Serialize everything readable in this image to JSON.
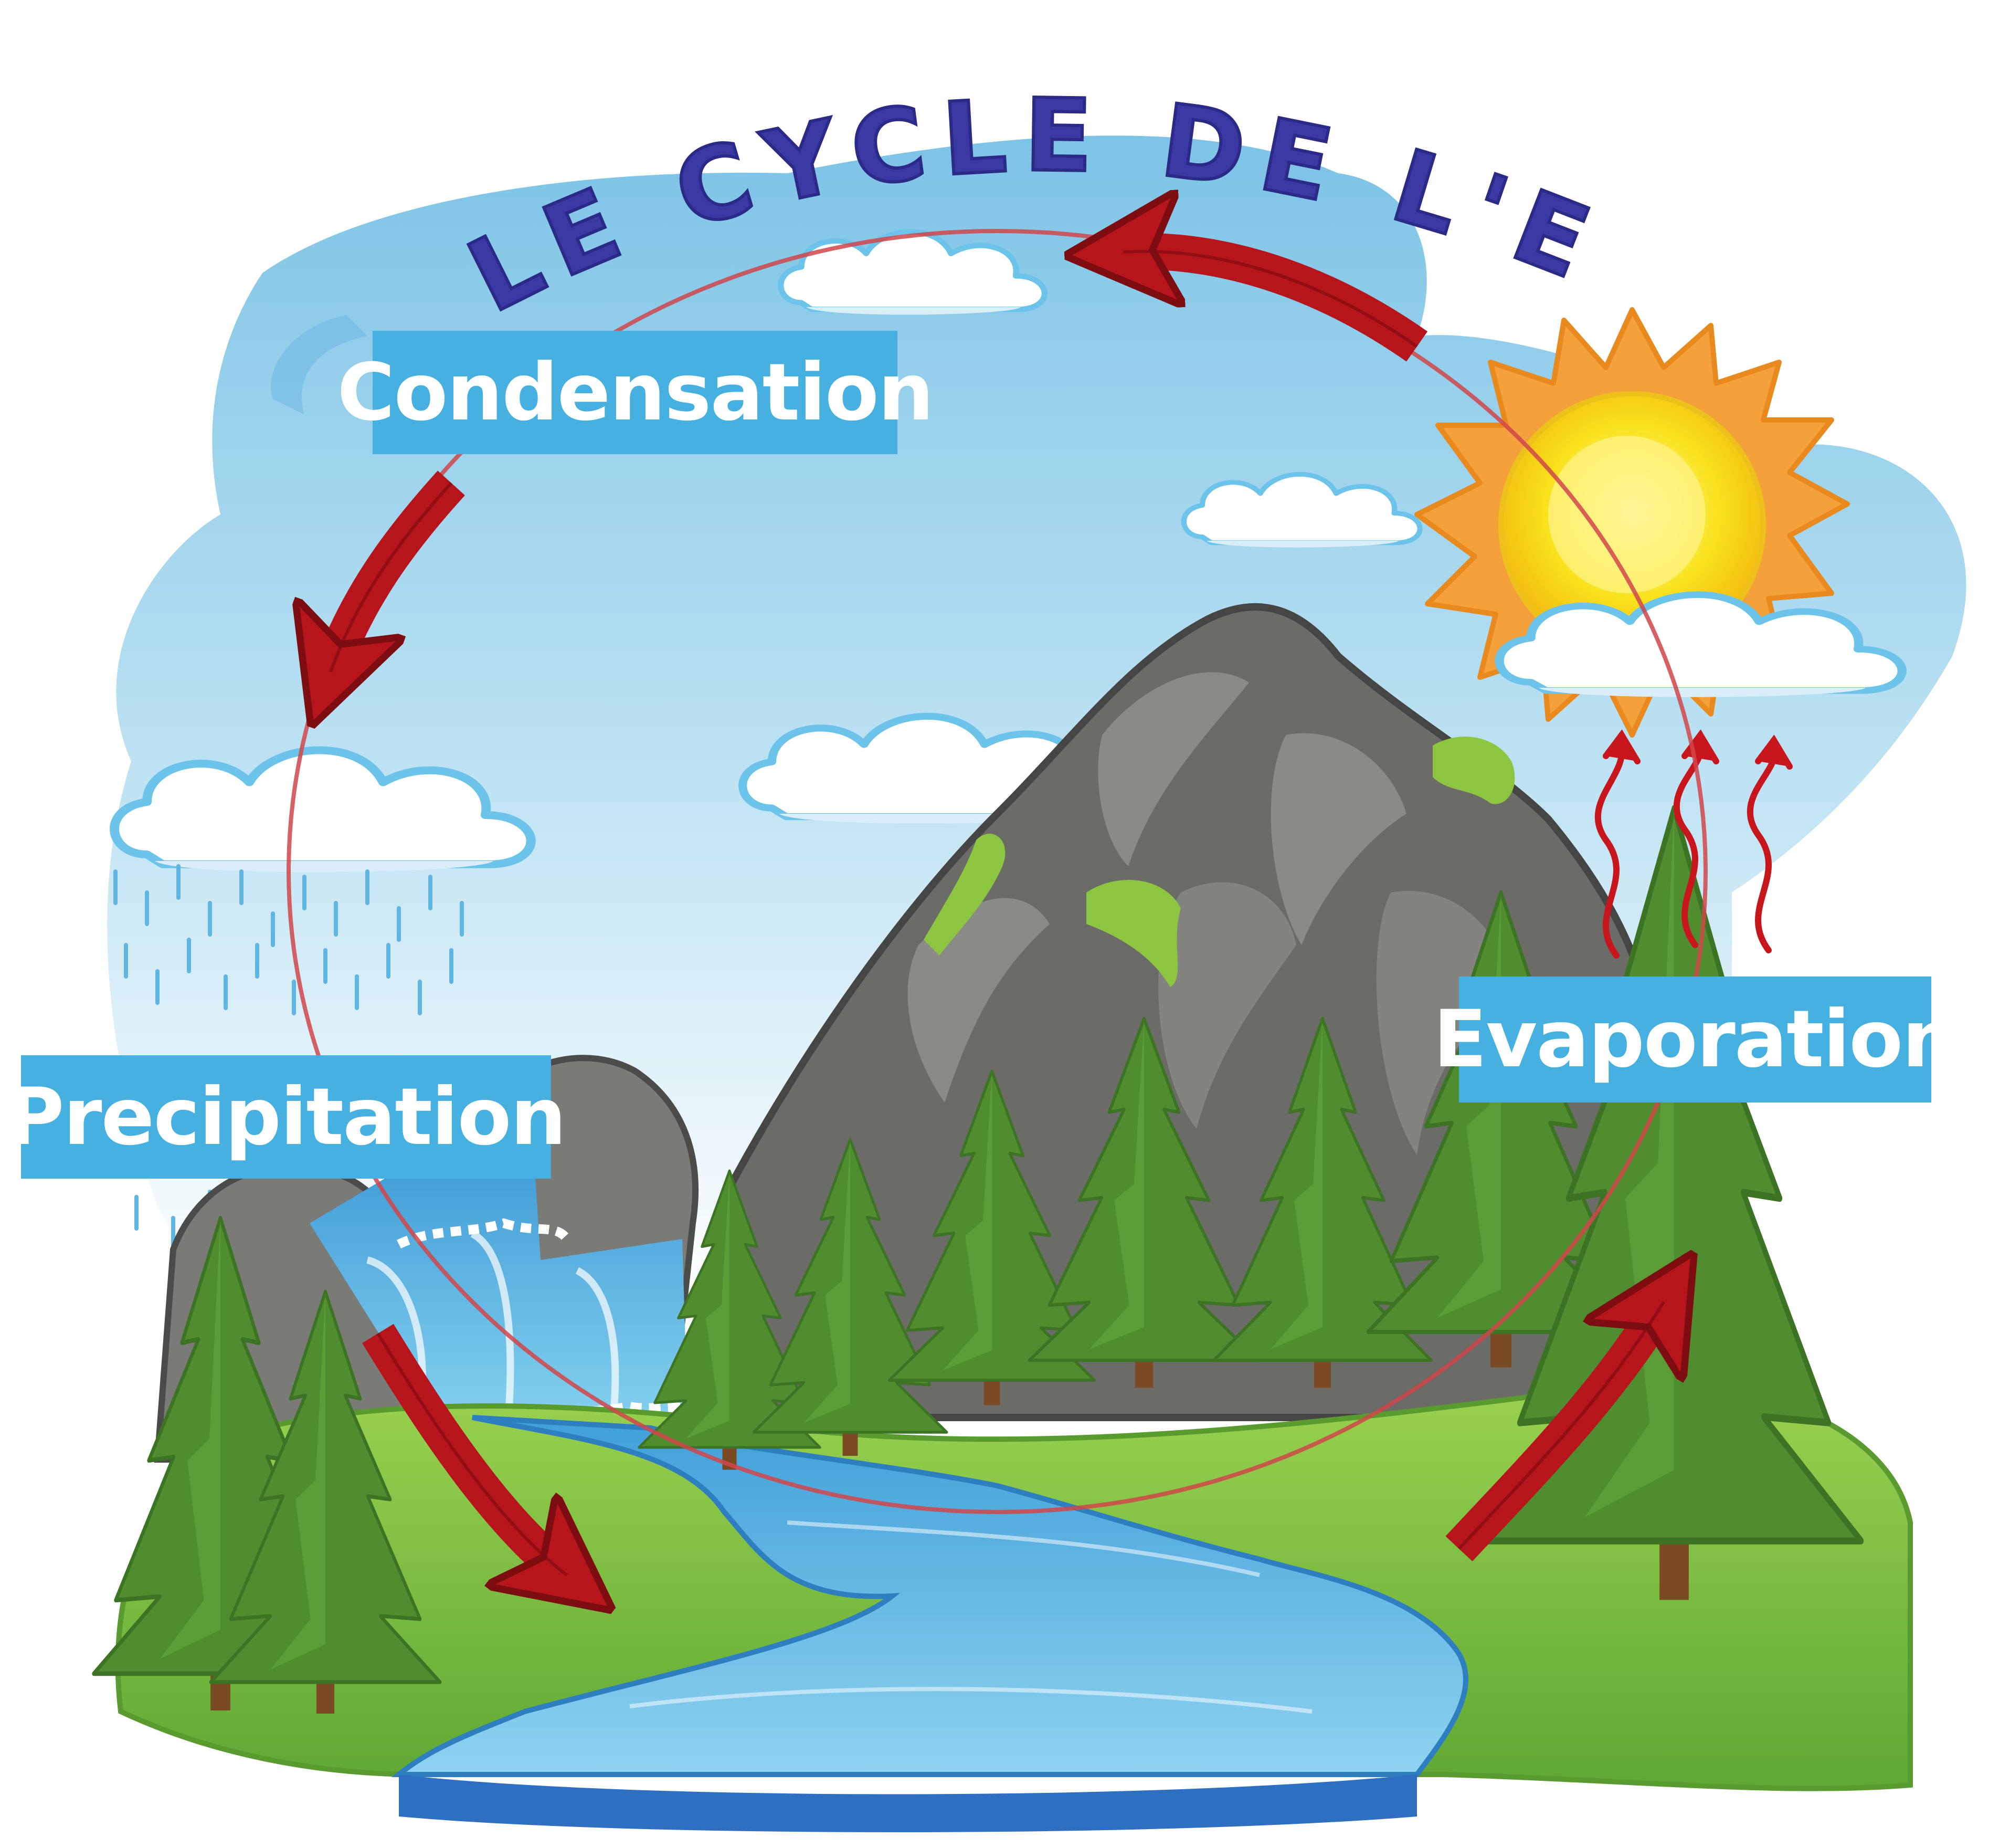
{
  "diagram": {
    "title": "LE CYCLE DE L'EAU",
    "stages": {
      "condensation": "Condensation",
      "precipitation": "Precipitation",
      "evaporation": "Evaporation"
    },
    "colors": {
      "sky": "#8fcde9",
      "label_box": "#46b1e0",
      "arrow": "#b5151b",
      "title": "#3a39a3",
      "water": "#4aa9dc",
      "grass": "#7cc142",
      "rock": "#6b6b68",
      "tree": "#4e8a2e",
      "sun": "#f7d417"
    },
    "icons": [
      "sun-icon",
      "cloud-icon",
      "rain-icon",
      "mountain-icon",
      "tree-icon",
      "waterfall-icon",
      "river-icon",
      "arrow-icon"
    ]
  }
}
